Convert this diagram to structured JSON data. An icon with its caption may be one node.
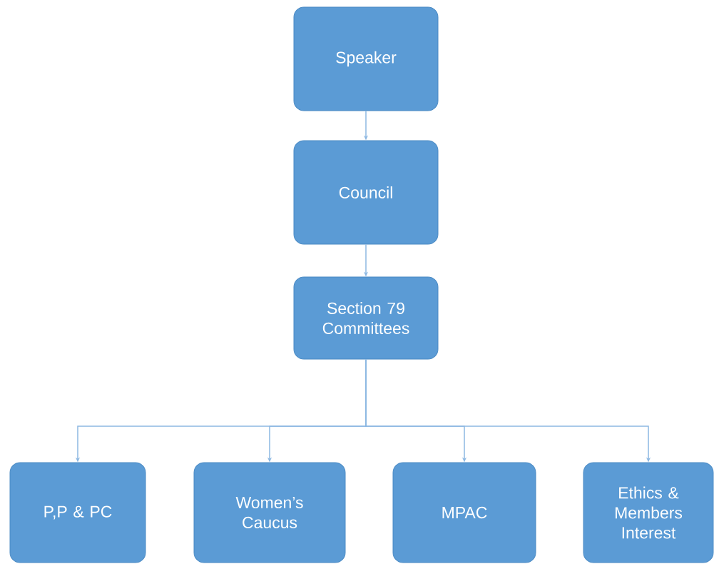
{
  "diagram": {
    "nodes": [
      {
        "text": [
          "Speaker"
        ]
      },
      {
        "text": [
          "Council"
        ]
      },
      {
        "text": [
          "Section 79 Committees"
        ]
      },
      {
        "text": [
          "P,P & PC"
        ]
      },
      {
        "text": [
          "Women’s Caucus"
        ]
      },
      {
        "text": [
          "MPAC"
        ]
      },
      {
        "text": [
          "Ethics & Members Interest"
        ]
      }
    ],
    "edges": [
      {
        "from": 0,
        "to": 1,
        "arrow": "to"
      },
      {
        "from": 1,
        "to": 2,
        "arrow": "to"
      },
      {
        "from": 2,
        "to": 3,
        "arrow": "to"
      },
      {
        "from": 2,
        "to": 4,
        "arrow": "to"
      },
      {
        "from": 2,
        "to": 5,
        "arrow": "to"
      },
      {
        "from": 2,
        "to": 6,
        "arrow": "to"
      }
    ]
  }
}
